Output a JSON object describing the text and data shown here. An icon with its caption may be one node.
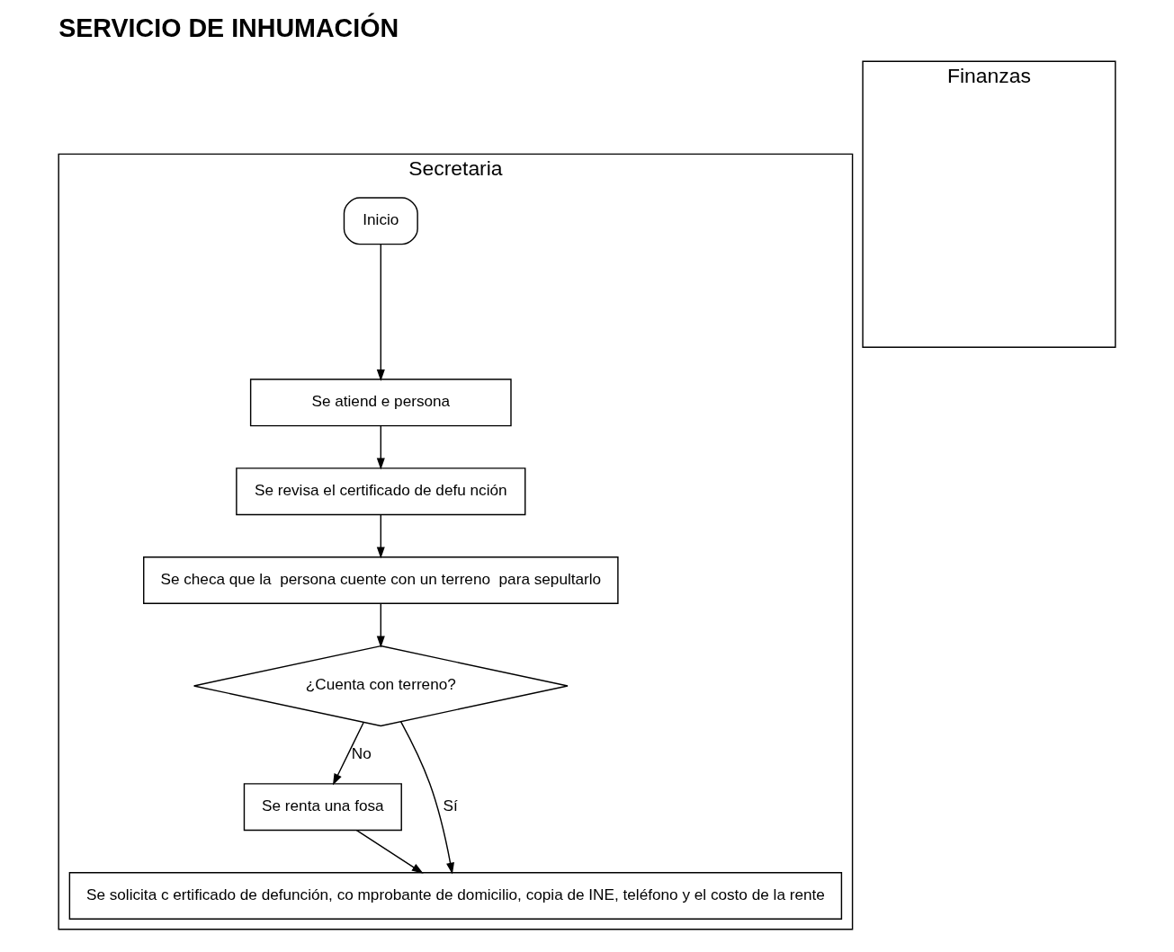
{
  "diagram": {
    "title": "SERVICIO DE INHUMACIÓN",
    "nodes": [
      {
        "text": [
          "Secretaria"
        ]
      },
      {
        "text": [
          "Finanzas"
        ]
      },
      {
        "text": [
          "Inicio"
        ],
        "in": 0
      },
      {
        "text": [
          "Se atiend e persona"
        ],
        "in": 0
      },
      {
        "text": [
          "Se revisa el certificado de defu nción"
        ],
        "in": 0
      },
      {
        "text": [
          "Se checa que la  persona cuente con un terreno  para sepultarlo"
        ],
        "in": 0
      },
      {
        "text": [
          "¿Cuenta con terreno?"
        ],
        "in": 0
      },
      {
        "text": [
          "Se renta una fosa"
        ],
        "in": 0
      },
      {
        "text": [
          "Se solicita c ertificado de defunción, co mprobante de domicilio, copia de INE, teléfono y el costo de la rente"
        ],
        "in": 0
      }
    ],
    "edges": [
      {
        "from": 2,
        "to": 3,
        "arrow": "to"
      },
      {
        "from": 3,
        "to": 4,
        "arrow": "to"
      },
      {
        "from": 4,
        "to": 5,
        "arrow": "to"
      },
      {
        "from": 5,
        "to": 6,
        "arrow": "to"
      },
      {
        "from": 6,
        "to": 7,
        "arrow": "to",
        "label": "No"
      },
      {
        "from": 6,
        "to": 8,
        "arrow": "to",
        "label": "Sí"
      },
      {
        "from": 7,
        "to": 8,
        "arrow": "to"
      }
    ]
  }
}
